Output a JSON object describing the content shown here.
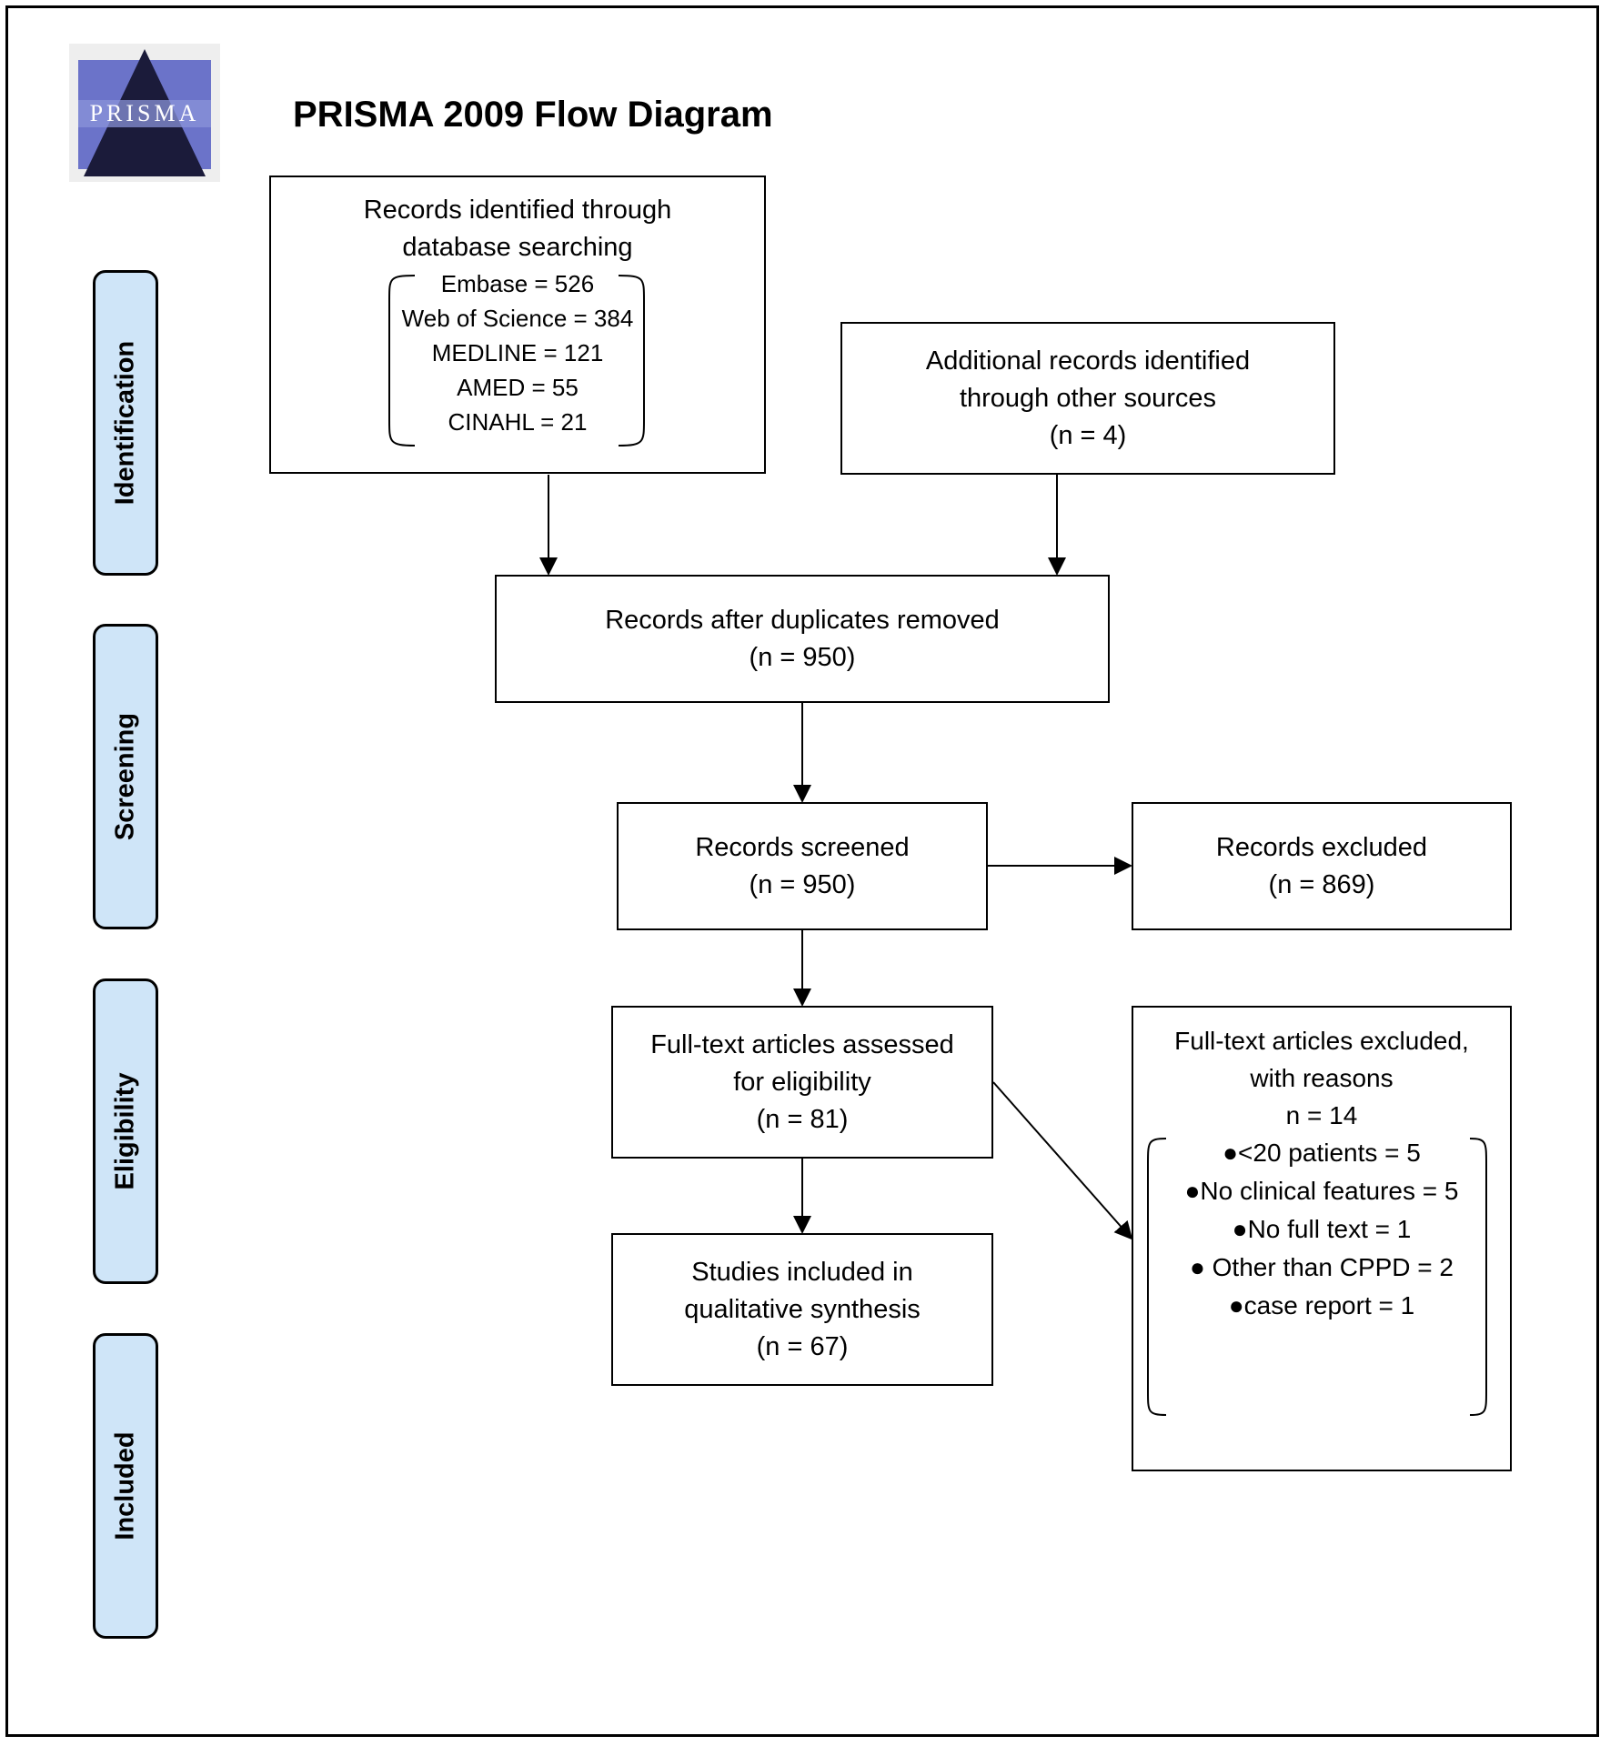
{
  "title": "PRISMA 2009 Flow Diagram",
  "logo_text": "PRISMA",
  "stages": [
    "Identification",
    "Screening",
    "Eligibility",
    "Included"
  ],
  "boxes": {
    "database": {
      "lines": [
        "Records identified through",
        "database searching"
      ],
      "sources": [
        "Embase = 526",
        "Web of Science = 384",
        "MEDLINE = 121",
        "AMED = 55",
        "CINAHL = 21"
      ]
    },
    "other": {
      "lines": [
        "Additional records identified",
        "through other sources",
        "(n = 4)"
      ]
    },
    "deduplicated": {
      "lines": [
        "Records after duplicates removed",
        "(n = 950)"
      ]
    },
    "screened": {
      "lines": [
        "Records screened",
        "(n = 950)"
      ]
    },
    "excluded": {
      "lines": [
        "Records excluded",
        "(n = 869)"
      ]
    },
    "fulltext": {
      "lines": [
        "Full-text articles assessed",
        "for eligibility",
        "(n = 81)"
      ]
    },
    "fulltext_excluded": {
      "lines": [
        "Full-text articles excluded,",
        "with reasons",
        "n = 14"
      ],
      "reasons": [
        "●<20 patients = 5",
        "●No clinical features = 5",
        "●No full text = 1",
        "● Other than CPPD = 2",
        "●case report = 1"
      ]
    },
    "included": {
      "lines": [
        "Studies included in",
        "qualitative synthesis",
        "(n = 67)"
      ]
    }
  },
  "colors": {
    "stage_fill": "#cfe5f8",
    "line": "#000000"
  }
}
